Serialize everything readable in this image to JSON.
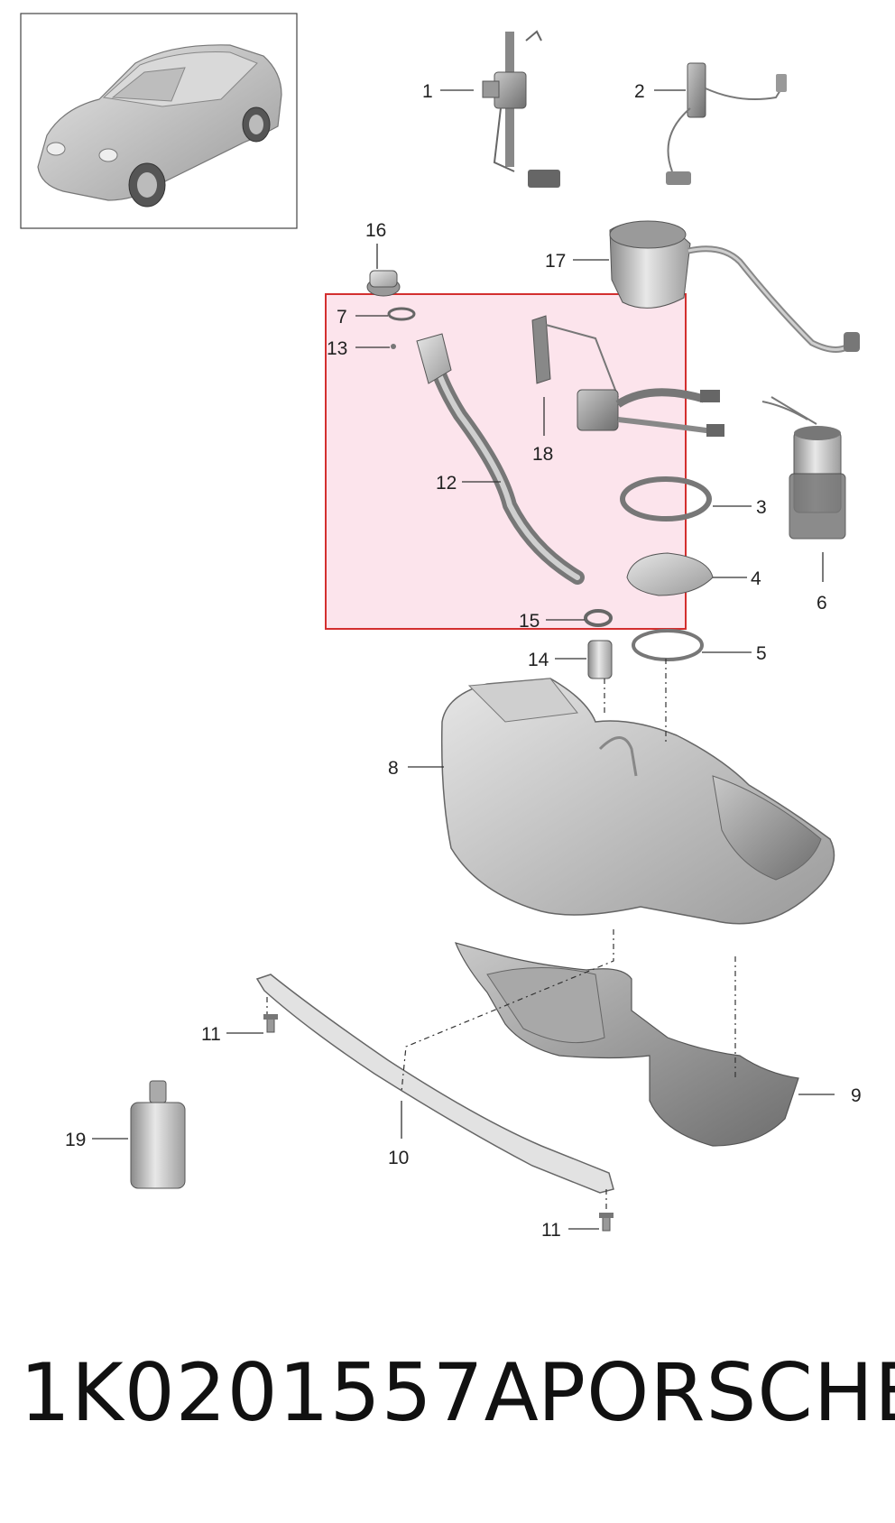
{
  "diagram": {
    "callouts": [
      "1",
      "2",
      "3",
      "4",
      "5",
      "6",
      "7",
      "8",
      "9",
      "10",
      "11",
      "11",
      "12",
      "13",
      "14",
      "15",
      "16",
      "17",
      "18",
      "19"
    ],
    "highlight_color": "#fce4ec",
    "highlight_border_color": "#d32f2f"
  },
  "caption": {
    "part_number": "1K0201557A",
    "brand": "PORSCHE"
  }
}
